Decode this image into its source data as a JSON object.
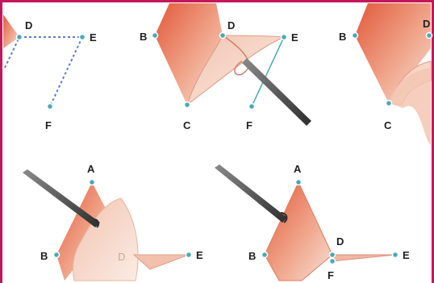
{
  "panels": [
    {
      "id": "panel-1",
      "points": [
        "D",
        "E",
        "F"
      ]
    },
    {
      "id": "panel-2",
      "points": [
        "B",
        "D",
        "E",
        "C",
        "F"
      ]
    },
    {
      "id": "panel-3",
      "points": [
        "B",
        "D",
        "C"
      ]
    },
    {
      "id": "panel-4",
      "points": [
        "A",
        "B",
        "D",
        "E"
      ]
    },
    {
      "id": "panel-5",
      "points": [
        "A",
        "B",
        "D",
        "E",
        "F"
      ]
    }
  ],
  "colors": {
    "frame": "#c2185b",
    "petal_dark": "#e2583a",
    "petal_light": "#f7d9cd",
    "node": "#4aa9b5",
    "dashed_line": "#5b7fc0",
    "tool": "#3a3a3a"
  },
  "icons": [
    "tweezers-icon"
  ]
}
